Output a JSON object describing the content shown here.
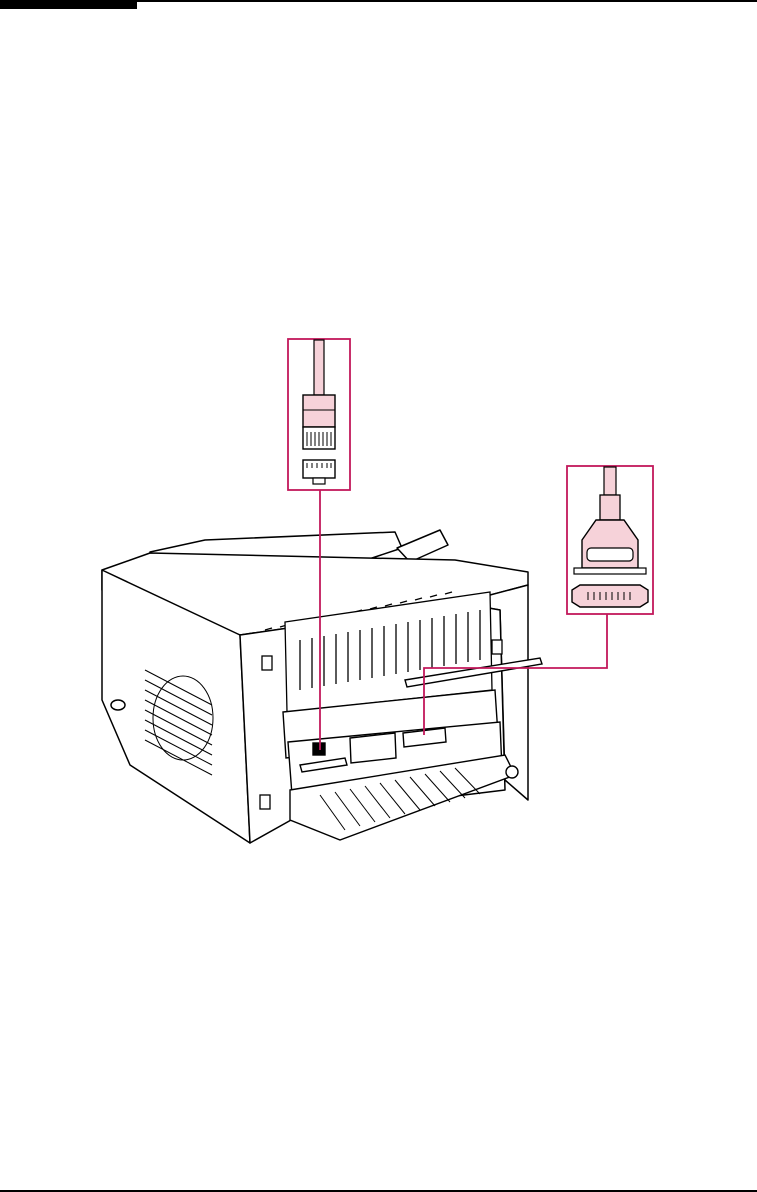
{
  "page": {
    "header_marker": "header-tab",
    "accent_color": "#c2185b",
    "cable_fill_color": "#f6d2d9"
  },
  "figure": {
    "subject": "printer-rear-interface-ports",
    "callouts": [
      {
        "id": "network-connector",
        "icon": "rj45-connector-icon"
      },
      {
        "id": "parallel-connector",
        "icon": "parallel-connector-icon"
      }
    ]
  }
}
